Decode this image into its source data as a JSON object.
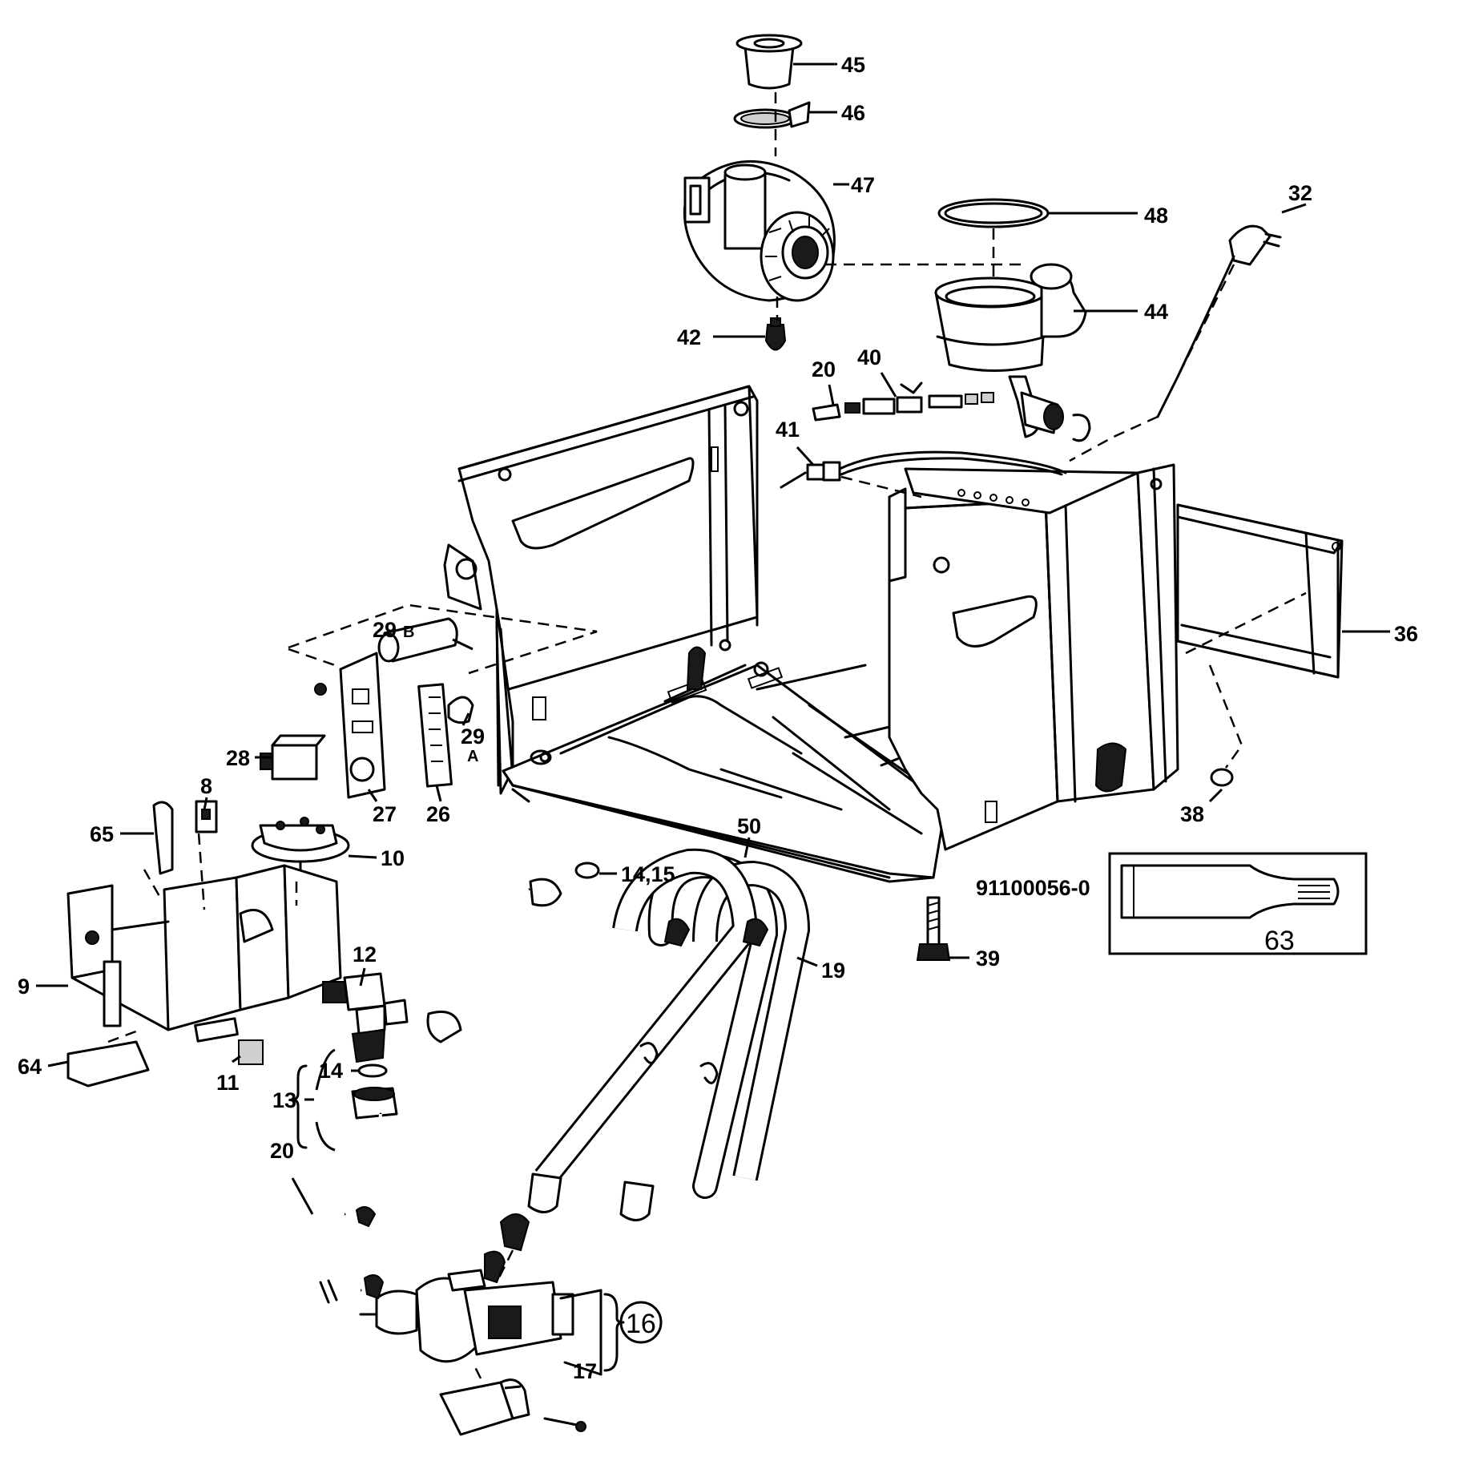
{
  "drawing_number": "91100056-0",
  "callouts": {
    "c45": "45",
    "c46": "46",
    "c47": "47",
    "c48": "48",
    "c32": "32",
    "c44": "44",
    "c42": "42",
    "c20a": "20",
    "c40": "40",
    "c41": "41",
    "c36": "36",
    "c29b": "29",
    "c29b_sub": "B",
    "c29a": "29",
    "c29a_sub": "A",
    "c28": "28",
    "c27": "27",
    "c26": "26",
    "c8": "8",
    "c65": "65",
    "c10": "10",
    "c38": "38",
    "c50": "50",
    "c1415": "14,15",
    "c12": "12",
    "c9": "9",
    "c19": "19",
    "c39": "39",
    "c63": "63",
    "c64": "64",
    "c11": "11",
    "c14": "14",
    "c13": "13",
    "c20b": "20",
    "c16": "16",
    "c17": "17"
  }
}
